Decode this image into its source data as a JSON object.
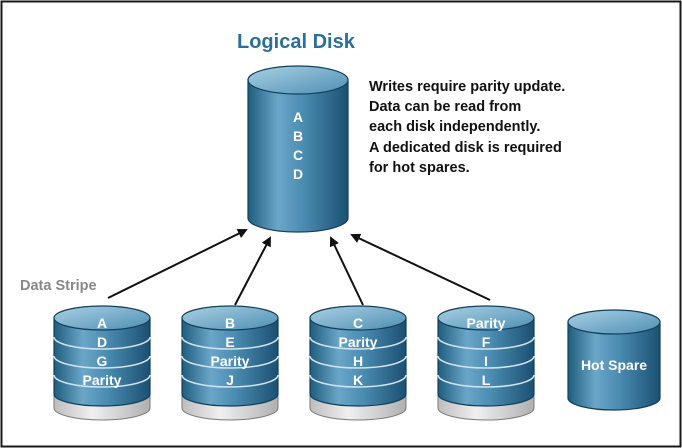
{
  "title": "Logical Disk",
  "logical_disk": {
    "labels": [
      "A",
      "B",
      "C",
      "D"
    ]
  },
  "notes": [
    "Writes require parity update.",
    "Data can be read from",
    "each disk independently.",
    "A dedicated disk is required",
    "for hot spares."
  ],
  "data_stripe_label": "Data Stripe",
  "disks": [
    {
      "segments": [
        "A",
        "D",
        "G",
        "Parity"
      ]
    },
    {
      "segments": [
        "B",
        "E",
        "Parity",
        "J"
      ]
    },
    {
      "segments": [
        "C",
        "Parity",
        "H",
        "K"
      ]
    },
    {
      "segments": [
        "Parity",
        "F",
        "I",
        "L"
      ]
    }
  ],
  "hot_spare": {
    "label": "Hot Spare"
  },
  "colors": {
    "disk_dark": "#1c5878",
    "disk_mid": "#4c8fb3",
    "disk_light": "#8fc0d9",
    "title": "#2d6f96",
    "frame": "#1a1a1a"
  }
}
